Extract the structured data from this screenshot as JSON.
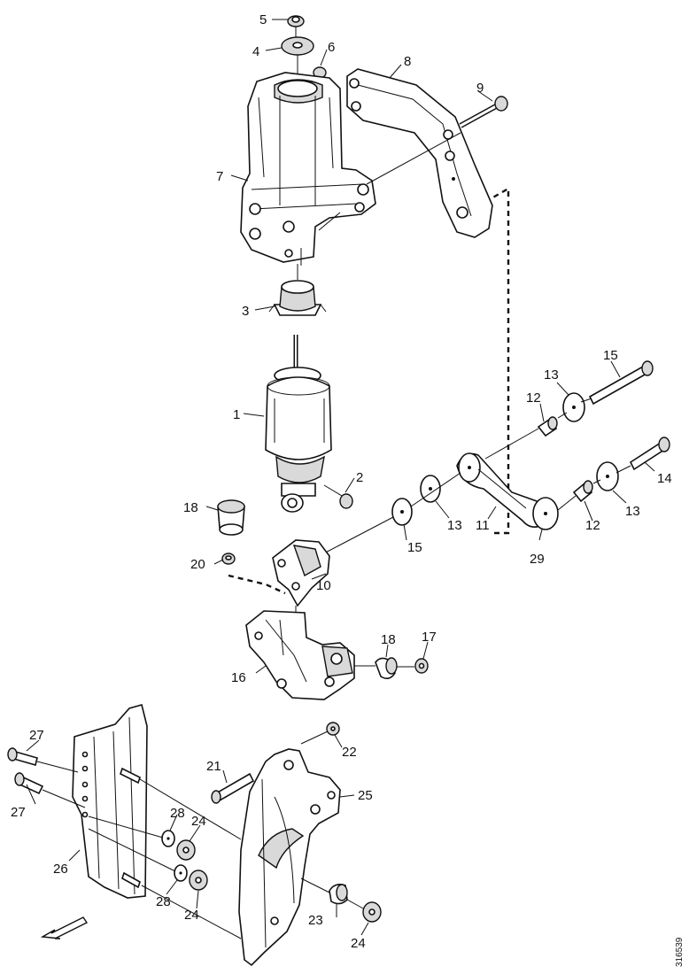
{
  "diagram": {
    "drawing_number": "316539",
    "callouts": {
      "c1": "1",
      "c2": "2",
      "c3": "3",
      "c4": "4",
      "c5": "5",
      "c6": "6",
      "c7": "7",
      "c8": "8",
      "c9": "9",
      "c10": "10",
      "c11": "11",
      "c12a": "12",
      "c12b": "12",
      "c13a": "13",
      "c13b": "13",
      "c13c": "13",
      "c14": "14",
      "c15a": "15",
      "c15b": "15",
      "c16": "16",
      "c17": "17",
      "c18a": "18",
      "c18b": "18",
      "c20": "20",
      "c21": "21",
      "c22": "22",
      "c23": "23",
      "c24a": "24",
      "c24b": "24",
      "c24c": "24",
      "c25": "25",
      "c26": "26",
      "c27a": "27",
      "c27b": "27",
      "c28a": "28",
      "c28b": "28",
      "c29": "29"
    }
  }
}
